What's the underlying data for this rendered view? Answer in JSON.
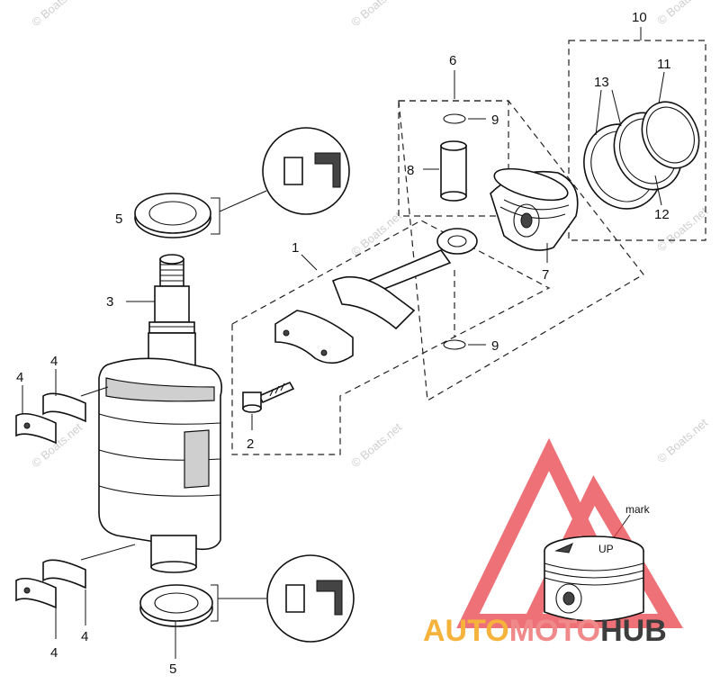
{
  "watermark": "© Boats.net",
  "callouts": {
    "c1": "1",
    "c2": "2",
    "c3": "3",
    "c4a": "4",
    "c4b": "4",
    "c4c": "4",
    "c4d": "4",
    "c5a": "5",
    "c5b": "5",
    "c6": "6",
    "c7": "7",
    "c8": "8",
    "c9a": "9",
    "c9b": "9",
    "c10": "10",
    "c11": "11",
    "c12": "12",
    "c13": "13"
  },
  "piston_mark_label": "mark",
  "piston_crown_text": "UP",
  "logo": {
    "part1": "AUTO",
    "part2": "MOTO",
    "part3": "HUB",
    "color_auto": "#f5b33c",
    "color_moto": "#f08a8a",
    "color_hub": "#3d3d3d",
    "triangle_color": "#e8424a"
  }
}
